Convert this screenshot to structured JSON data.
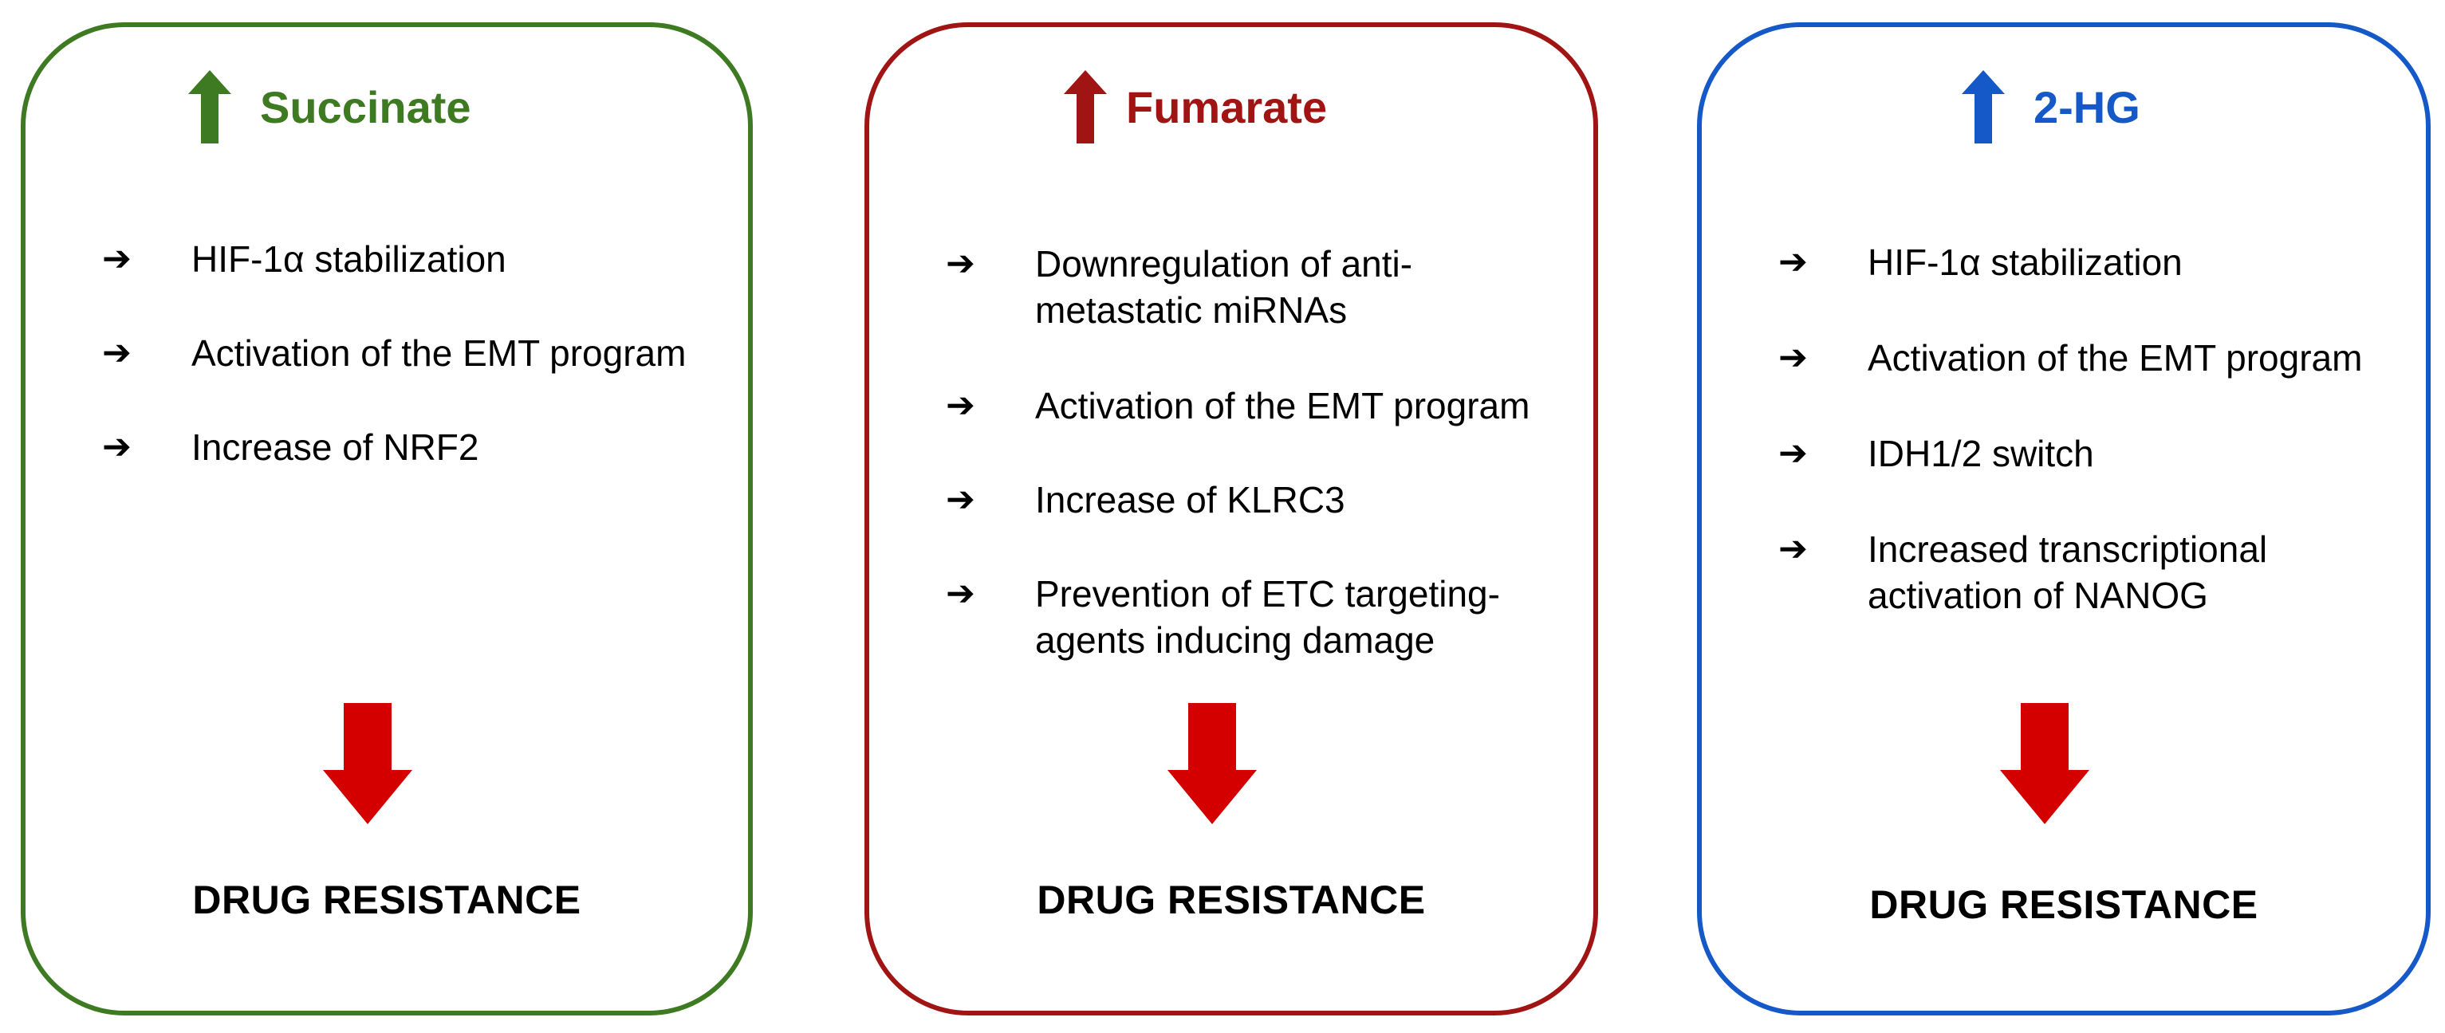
{
  "colors": {
    "succinate": "#3e7a22",
    "fumarate": "#a01414",
    "two_hg": "#1558c8",
    "down_arrow": "#d40000",
    "panel_border_0": "#3e7a22",
    "panel_border_1": "#a01414",
    "panel_border_2": "#1558c8"
  },
  "panels": [
    {
      "metabolite": "Succinate",
      "direction_icon": "up-arrow-icon",
      "effects": [
        "HIF-1α stabilization",
        "Activation of the EMT program",
        "Increase of NRF2"
      ],
      "outcome_icon": "down-arrow-icon",
      "outcome": "DRUG RESISTANCE"
    },
    {
      "metabolite": "Fumarate",
      "direction_icon": "up-arrow-icon",
      "effects": [
        "Downregulation of anti-\nmetastatic miRNAs",
        "Activation of the EMT program",
        "Increase of KLRC3",
        "Prevention of ETC targeting-\nagents inducing damage"
      ],
      "outcome_icon": "down-arrow-icon",
      "outcome": "DRUG RESISTANCE"
    },
    {
      "metabolite": "2-HG",
      "direction_icon": "up-arrow-icon",
      "effects": [
        "HIF-1α stabilization",
        "Activation of the EMT program",
        "IDH1/2 switch",
        "Increased transcriptional\nactivation of NANOG"
      ],
      "outcome_icon": "down-arrow-icon",
      "outcome": "DRUG RESISTANCE"
    }
  ],
  "bullet_glyph": "➔"
}
